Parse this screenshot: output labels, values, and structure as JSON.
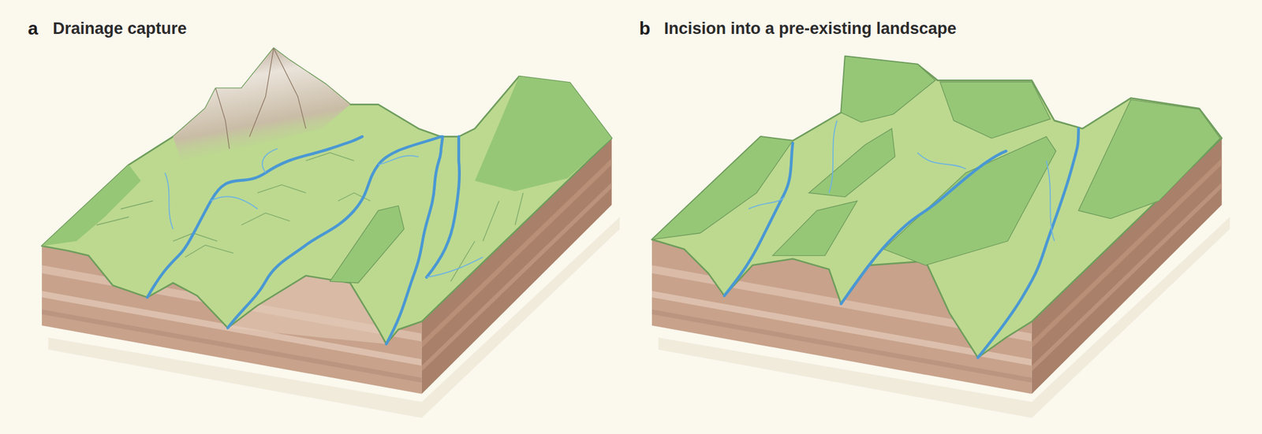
{
  "diagram": {
    "labels": [
      "a",
      "Drainage capture",
      "b",
      "Incision into a pre-existing landscape"
    ]
  }
}
